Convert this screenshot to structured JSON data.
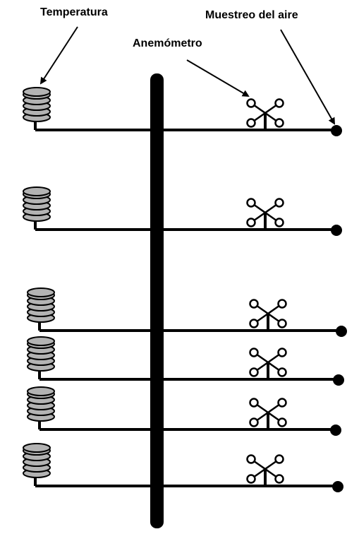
{
  "labels": {
    "temperature": "Temperatura",
    "anemometer": "Anemómetro",
    "air_sampling": "Muestreo del aire"
  },
  "colors": {
    "line": "#000000",
    "sensor_fill": "#b3b3b3",
    "background": "#ffffff"
  },
  "levels": 6,
  "icons": [
    "temperature-sensor-icon",
    "anemometer-icon",
    "air-sampler-icon"
  ]
}
